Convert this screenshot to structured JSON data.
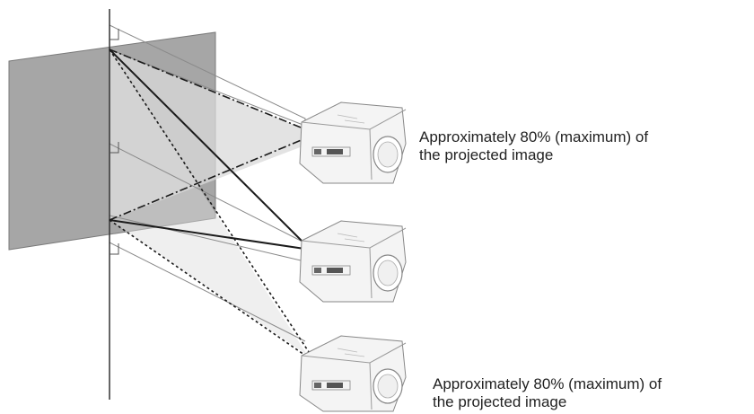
{
  "callouts": {
    "upper": {
      "line1": "Approximately 80% (maximum) of",
      "line2": "the projected image"
    },
    "lower": {
      "line1": "Approximately 80% (maximum) of",
      "line2": "the projected image"
    }
  },
  "colors": {
    "screen_fill": "#a6a6a6",
    "beam_fill": "#d9d9d9",
    "outline": "#7a7a7a",
    "beam_line": "#1a1a1a",
    "projector_body": "#f4f4f4",
    "text": "#222222"
  },
  "icons": [
    "projector-icon",
    "projector-icon",
    "projector-icon"
  ]
}
